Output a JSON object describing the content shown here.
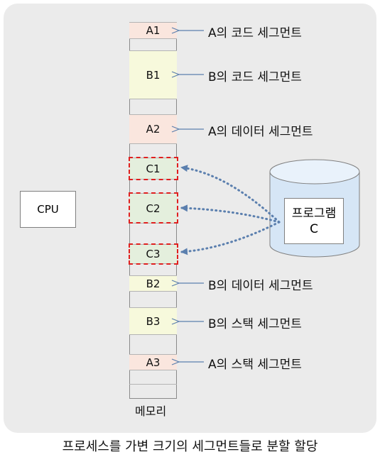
{
  "segments": [
    {
      "label": "A1",
      "color": "peach",
      "desc": "A의 코드 세그먼트"
    },
    {
      "label": "B1",
      "color": "yellow",
      "desc": "B의 코드 세그먼트"
    },
    {
      "label": "A2",
      "color": "peach",
      "desc": "A의 데이터 세그먼트"
    },
    {
      "label": "C1",
      "color": "green",
      "desc": ""
    },
    {
      "label": "C2",
      "color": "green",
      "desc": ""
    },
    {
      "label": "C3",
      "color": "green",
      "desc": ""
    },
    {
      "label": "B2",
      "color": "yellow",
      "desc": "B의 데이터 세그먼트"
    },
    {
      "label": "B3",
      "color": "yellow",
      "desc": "B의 스택 세그먼트"
    },
    {
      "label": "A3",
      "color": "peach",
      "desc": "A의 스택 세그먼트"
    }
  ],
  "cpu_label": "CPU",
  "memory_label": "메모리",
  "program": {
    "line1": "프로그램",
    "line2": "C"
  },
  "caption": "프로세스를 가변 크기의 세그먼트들로 분할 할당",
  "colors": {
    "peach": "#fae6de",
    "yellow": "#f7f9dc",
    "green": "#e4efdd",
    "dashed_border": "#e02020",
    "arrow": "#5b7fae"
  }
}
